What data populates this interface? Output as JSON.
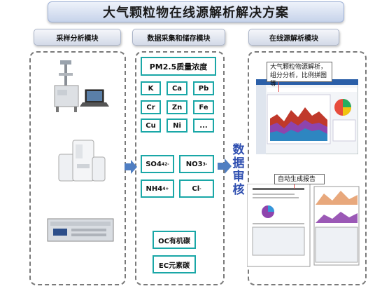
{
  "title": "大气颗粒物在线源解析解决方案",
  "modules": {
    "sampling": "采样分析模块",
    "storage": "数据采集和储存模块",
    "analysis": "在线源解析模块"
  },
  "pm_label": "PM2.5质量浓度",
  "elements": [
    "K",
    "Ca",
    "Pb",
    "Cr",
    "Zn",
    "Fe",
    "Cu",
    "Ni",
    "..."
  ],
  "ions": {
    "so4": "SO4",
    "so4_sup": "2-",
    "no3": "NO3",
    "no3_sup": "-",
    "nh4": "NH4",
    "nh4_sup": "+",
    "cl": "Cl",
    "cl_sup": "-"
  },
  "carbon": {
    "oc": "OC有机碳",
    "ec": "EC元素碳"
  },
  "audit": [
    "数",
    "据",
    "审",
    "核"
  ],
  "callout_source": "大气颗粒物源解析，组分分析，比例拼图等",
  "callout_report": "自动生成报告",
  "colors": {
    "teal": "#1aa7a7",
    "arrow": "#4f7ec2",
    "audit": "#2f4fb0"
  }
}
